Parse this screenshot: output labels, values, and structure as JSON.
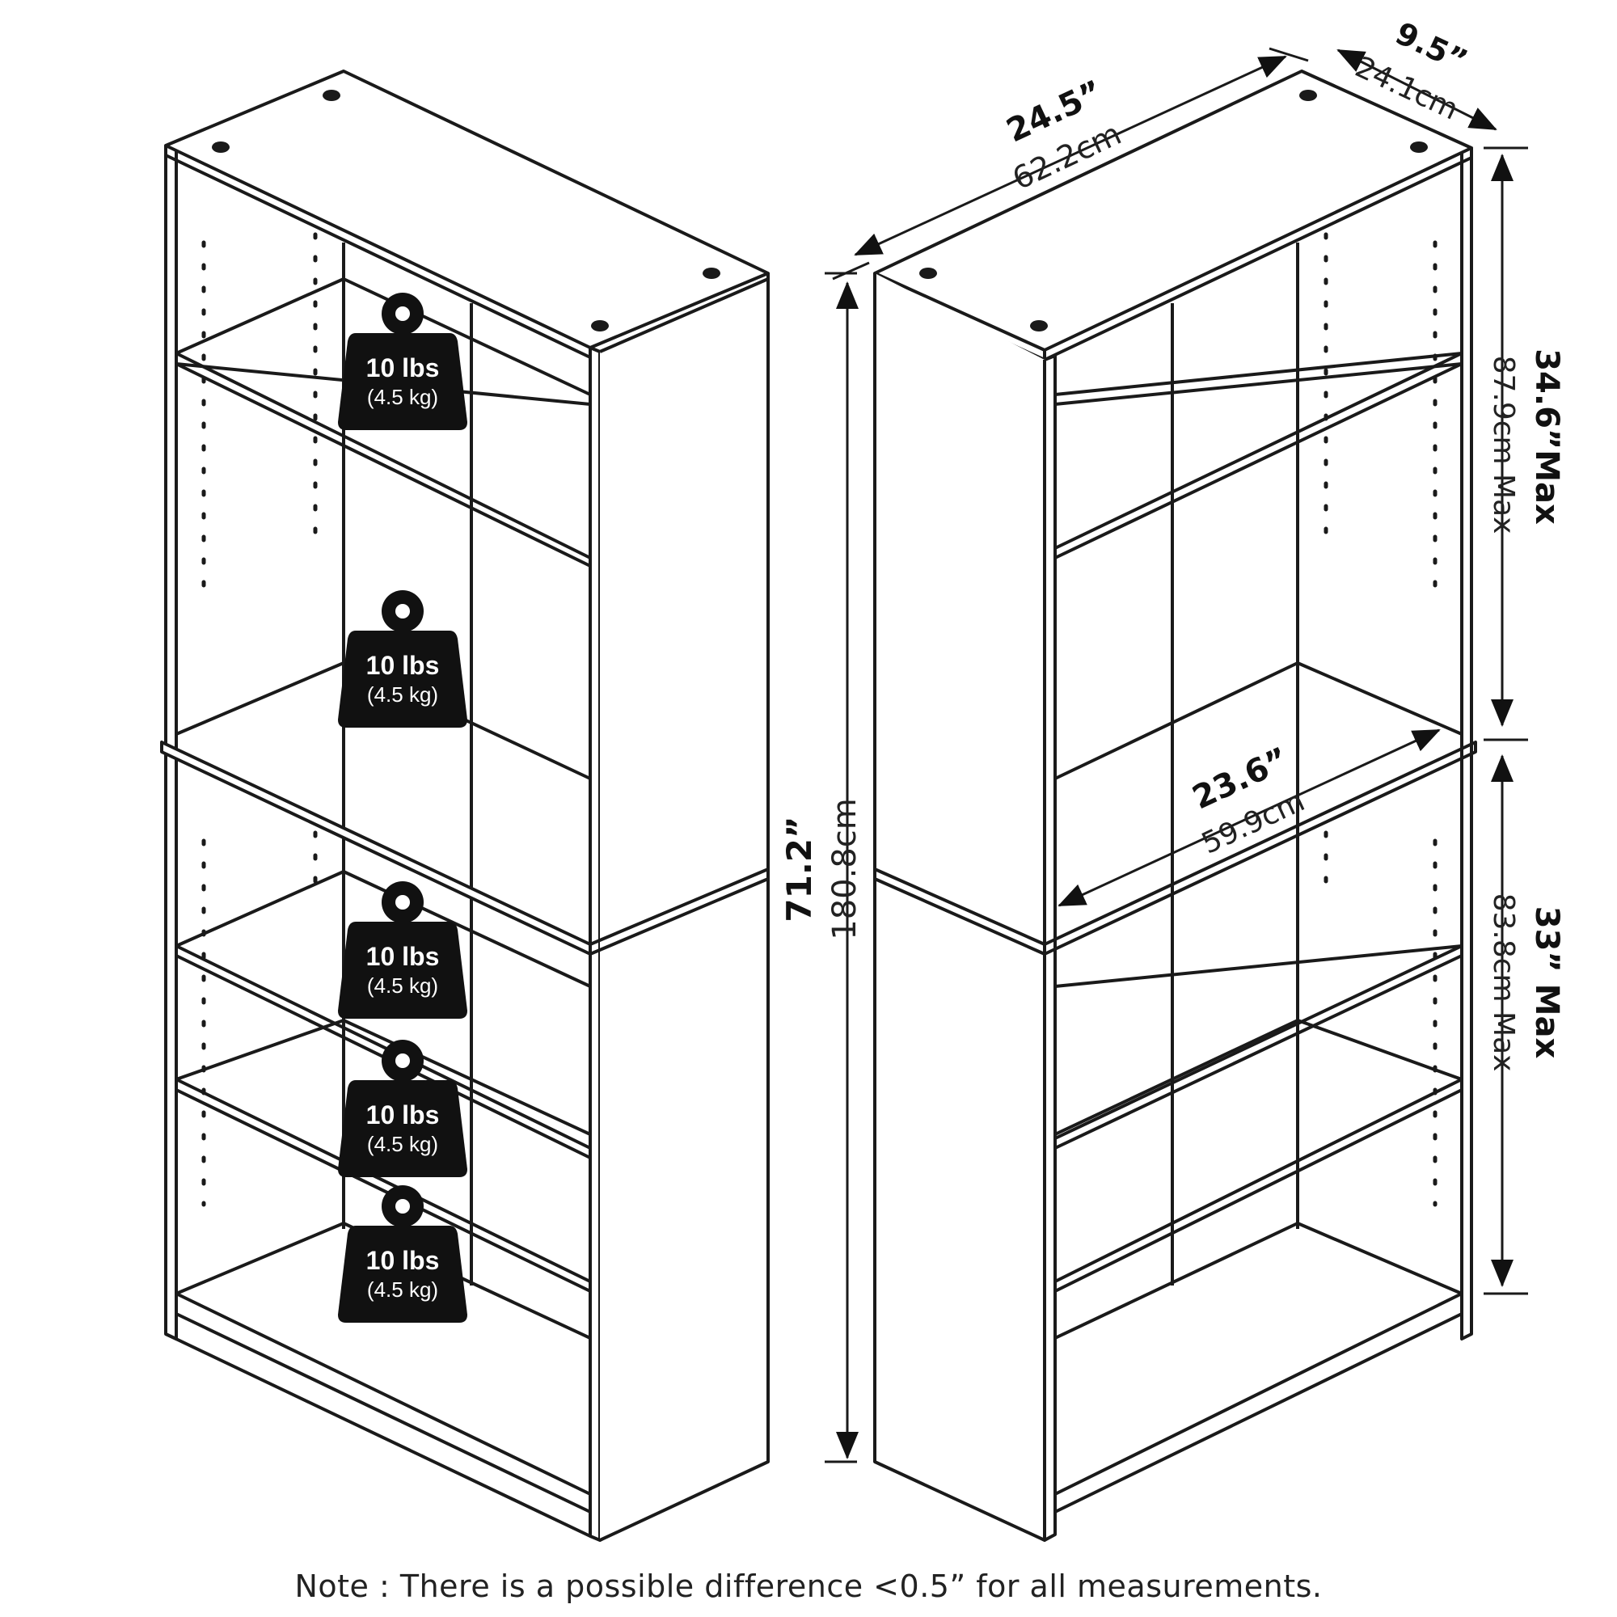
{
  "weights": [
    {
      "lbs": "10 lbs",
      "kg": "(4.5 kg)"
    },
    {
      "lbs": "10 lbs",
      "kg": "(4.5 kg)"
    },
    {
      "lbs": "10 lbs",
      "kg": "(4.5 kg)"
    },
    {
      "lbs": "10 lbs",
      "kg": "(4.5 kg)"
    },
    {
      "lbs": "10 lbs",
      "kg": "(4.5 kg)"
    }
  ],
  "dimensions": {
    "width": {
      "in": "24.5”",
      "cm": "62.2cm"
    },
    "depth": {
      "in": "9.5”",
      "cm": "24.1cm"
    },
    "height": {
      "in": "71.2”",
      "cm": "180.8cm"
    },
    "upper": {
      "in": "34.6”Max",
      "cm": "87.9cm Max"
    },
    "lower": {
      "in": "33” Max",
      "cm": "83.8cm Max"
    },
    "inner": {
      "in": "23.6”",
      "cm": "59.9cm"
    }
  },
  "note": "Note : There is a possible difference <0.5” for all measurements."
}
